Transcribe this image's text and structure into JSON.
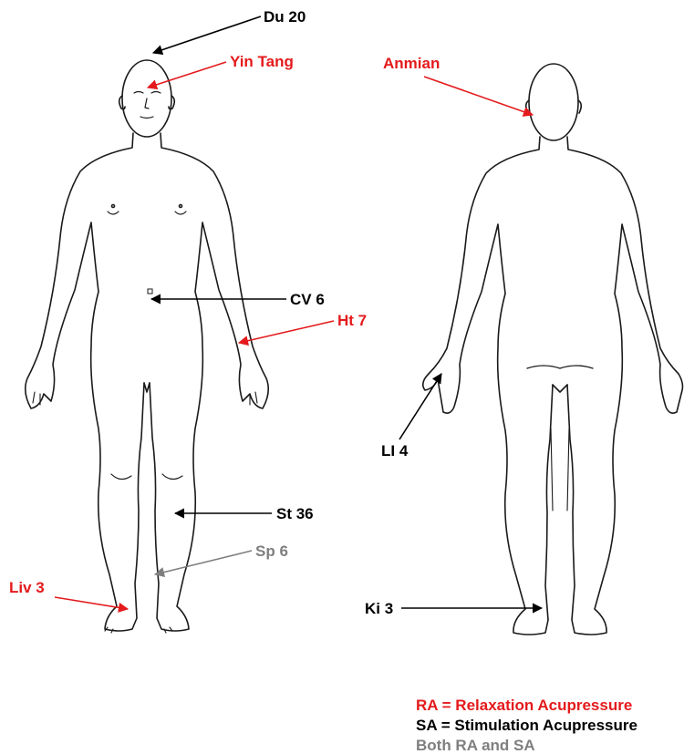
{
  "colors": {
    "relaxation": "#e41a1c",
    "stimulation": "#000000",
    "both": "#7f7f7f",
    "outline": "#1a1a1a"
  },
  "points": [
    {
      "id": "du20",
      "label": "Du 20",
      "group": "stimulation"
    },
    {
      "id": "yintang",
      "label": "Yin Tang",
      "group": "relaxation"
    },
    {
      "id": "anmian",
      "label": "Anmian",
      "group": "relaxation"
    },
    {
      "id": "cv6",
      "label": "CV 6",
      "group": "stimulation"
    },
    {
      "id": "ht7",
      "label": "Ht 7",
      "group": "relaxation"
    },
    {
      "id": "li4",
      "label": "LI 4",
      "group": "stimulation"
    },
    {
      "id": "st36",
      "label": "St 36",
      "group": "stimulation"
    },
    {
      "id": "sp6",
      "label": "Sp 6",
      "group": "both"
    },
    {
      "id": "liv3",
      "label": "Liv 3",
      "group": "relaxation"
    },
    {
      "id": "ki3",
      "label": "Ki 3",
      "group": "stimulation"
    }
  ],
  "legend": {
    "relaxation": "RA = Relaxation Acupressure",
    "stimulation": "SA = Stimulation Acupressure",
    "both": "Both RA and SA"
  }
}
